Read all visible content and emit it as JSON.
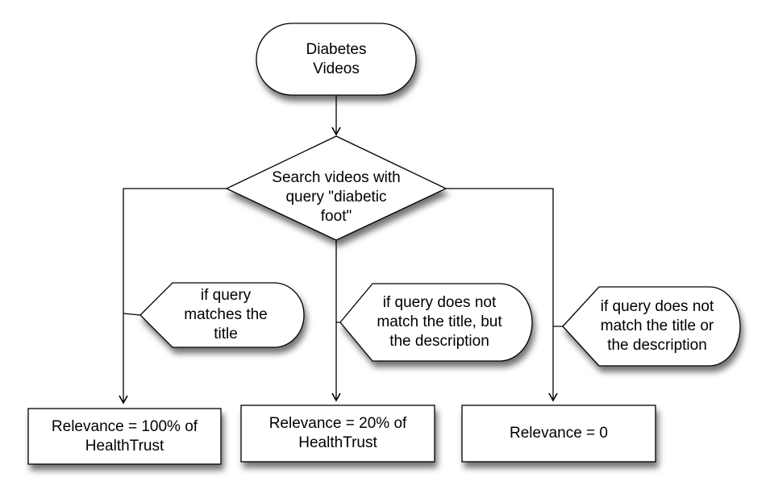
{
  "diagram": {
    "type": "flowchart",
    "start": {
      "lines": [
        "Diabetes",
        "Videos"
      ]
    },
    "decision": {
      "lines": [
        "Search videos with",
        "query \"diabetic",
        "foot\""
      ]
    },
    "branches": [
      {
        "condition": {
          "lines": [
            "if query",
            "matches the",
            "title"
          ]
        },
        "result": {
          "lines": [
            "Relevance = 100% of",
            "HealthTrust"
          ]
        }
      },
      {
        "condition": {
          "lines": [
            "if query does not",
            "match the title, but",
            "the description"
          ]
        },
        "result": {
          "lines": [
            "Relevance = 20% of",
            "HealthTrust"
          ]
        }
      },
      {
        "condition": {
          "lines": [
            "if query does not",
            "match the title or",
            "the description"
          ]
        },
        "result": {
          "lines": [
            "Relevance = 0"
          ]
        }
      }
    ],
    "colors": {
      "stroke": "#000000",
      "fill": "#ffffff",
      "shadow": "#555555"
    }
  }
}
